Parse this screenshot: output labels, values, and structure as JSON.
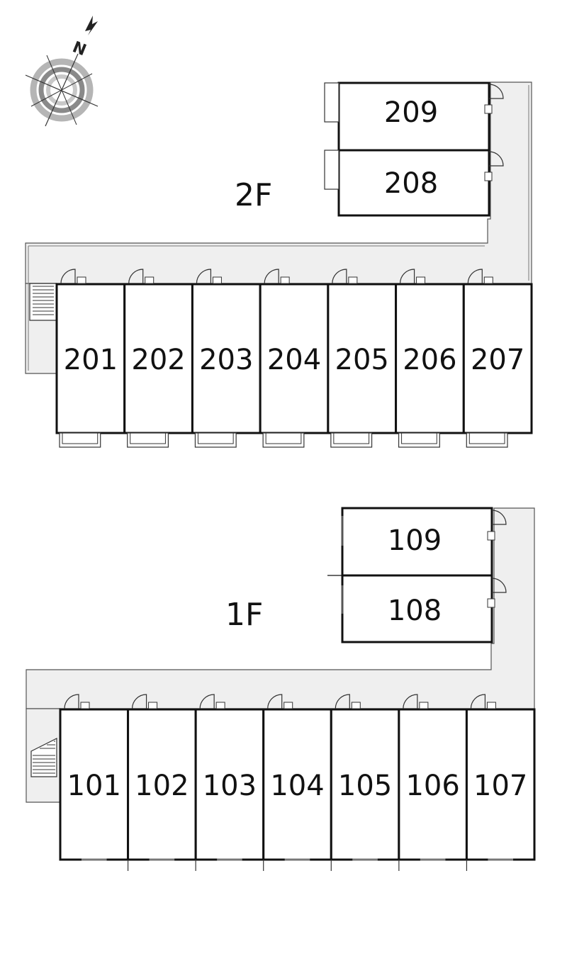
{
  "compass": {
    "north_label": "N",
    "icon": "compass-rose-icon"
  },
  "floors": [
    {
      "id": "2f",
      "label": "2F",
      "lower_units": [
        "201",
        "202",
        "203",
        "204",
        "205",
        "206",
        "207"
      ],
      "upper_units": [
        "209",
        "208"
      ]
    },
    {
      "id": "1f",
      "label": "1F",
      "lower_units": [
        "101",
        "102",
        "103",
        "104",
        "105",
        "106",
        "107"
      ],
      "upper_units": [
        "109",
        "108"
      ]
    }
  ],
  "colors": {
    "walkway": "#eeeeee",
    "wall": "#111111",
    "compass_ring": "#9a9a9a"
  }
}
